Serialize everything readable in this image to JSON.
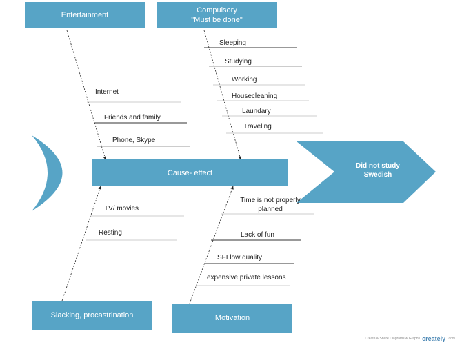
{
  "boxes": {
    "entertainment": "Entertainment",
    "compulsory_line1": "Compulsory",
    "compulsory_line2": "\"Must be done\"",
    "cause_effect": "Cause- effect",
    "slacking": "Slacking, procastrination",
    "motivation": "Motivation",
    "result_line1": "Did not study",
    "result_line2": "Swedish"
  },
  "entertainment_items": [
    "Internet",
    "Friends and family",
    "Phone, Skype"
  ],
  "compulsory_items": [
    "Sleeping",
    "Studying",
    "Working",
    "Housecleaning",
    "Laundary",
    "Traveling"
  ],
  "slacking_items": [
    "TV/ movies",
    "Resting"
  ],
  "motivation_items": {
    "time_line1": "Time is not properly",
    "time_line2": "planned",
    "lack_of_fun": "Lack of fun",
    "sfi": "SFI low quality",
    "private_lessons": "expensive private lessons"
  },
  "watermark": {
    "caption": "Create & Share Diagrams & Graphs",
    "brand": "creately",
    "tld": ".com"
  },
  "colors": {
    "box_fill": "#57a4c6",
    "underline_dark": "#333333",
    "underline_light": "#cccccc"
  }
}
